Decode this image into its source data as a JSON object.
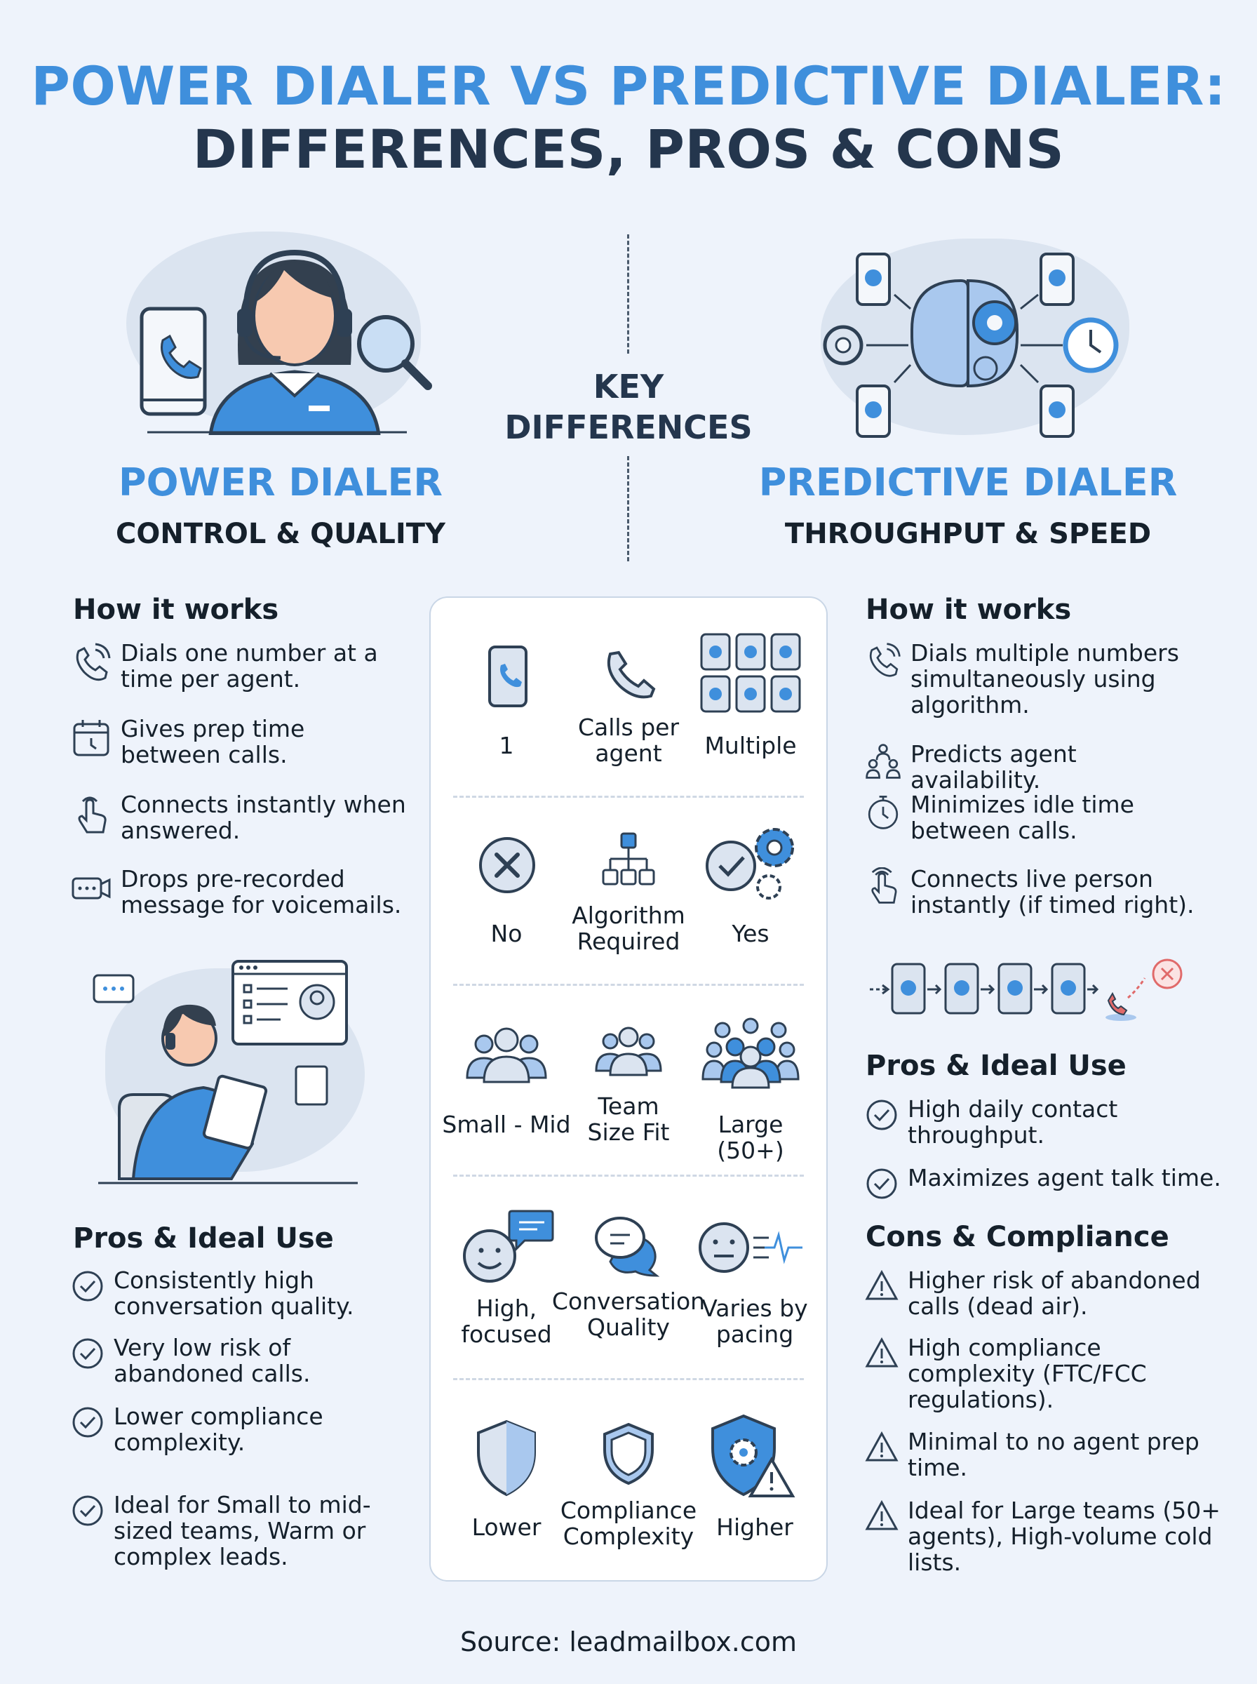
{
  "title": {
    "line1": "POWER DIALER VS PREDICTIVE DIALER:",
    "line2": "DIFFERENCES, PROS & CONS"
  },
  "center": {
    "heading": "KEY DIFFERENCES",
    "rows": [
      {
        "left": "1",
        "middle": "Calls per agent",
        "right": "Multiple",
        "icons": [
          "phone-icon",
          "handset-icon",
          "multiple-phones-icon"
        ]
      },
      {
        "left": "No",
        "middle": "Algorithm Required",
        "right": "Yes",
        "icons": [
          "x-circle-icon",
          "flowchart-icon",
          "check-gears-icon"
        ]
      },
      {
        "left": "Small - Mid",
        "middle": "Team Size Fit",
        "right": "Large (50+)",
        "icons": [
          "small-group-icon",
          "team-icon",
          "large-group-icon"
        ]
      },
      {
        "left": "High, focused",
        "middle": "Conversation Quality",
        "right": "Varies by pacing",
        "icons": [
          "happy-chat-icon",
          "chat-bubbles-icon",
          "neutral-waveform-icon"
        ]
      },
      {
        "left": "Lower",
        "middle": "Compliance Complexity",
        "right": "Higher",
        "icons": [
          "shield-icon",
          "shield-outline-icon",
          "shield-warning-icon"
        ]
      }
    ]
  },
  "power": {
    "title": "POWER DIALER",
    "subtitle": "CONTROL & QUALITY",
    "how_heading": "How it works",
    "how": [
      {
        "icon": "ringing-phone-icon",
        "text": "Dials one number at a time per agent."
      },
      {
        "icon": "calendar-icon",
        "text": "Gives prep time between calls."
      },
      {
        "icon": "tap-hand-icon",
        "text": "Connects instantly when answered."
      },
      {
        "icon": "voicemail-icon",
        "text": "Drops pre-recorded message for voicemails."
      }
    ],
    "pros_heading": "Pros & Ideal Use",
    "pros": [
      "Consistently high conversation quality.",
      "Very low risk of abandoned calls.",
      "Lower compliance complexity.",
      "Ideal for Small to mid-sized teams, Warm or complex leads."
    ]
  },
  "predictive": {
    "title": "PREDICTIVE DIALER",
    "subtitle": "THROUGHPUT & SPEED",
    "how_heading": "How it works",
    "how": [
      {
        "icon": "ringing-phone-icon",
        "text": "Dials multiple numbers simultaneously using algorithm."
      },
      {
        "icon": "agents-icon",
        "text": "Predicts agent availability."
      },
      {
        "icon": "stopwatch-icon",
        "text": "Minimizes idle time between calls."
      },
      {
        "icon": "tap-hand-icon",
        "text": "Connects live person instantly (if timed right)."
      }
    ],
    "pros_heading": "Pros & Ideal Use",
    "pros": [
      "High daily contact throughput.",
      "Maximizes agent talk time."
    ],
    "cons_heading": "Cons & Compliance",
    "cons": [
      "Higher risk of abandoned calls (dead air).",
      "High compliance complexity (FTC/FCC regulations).",
      "Minimal to no agent prep time.",
      "Ideal for Large teams (50+ agents), High-volume cold lists."
    ]
  },
  "source": "Source: leadmailbox.com",
  "colors": {
    "accent": "#3f8fdc",
    "dark": "#24364d",
    "background": "#eef3fb"
  }
}
